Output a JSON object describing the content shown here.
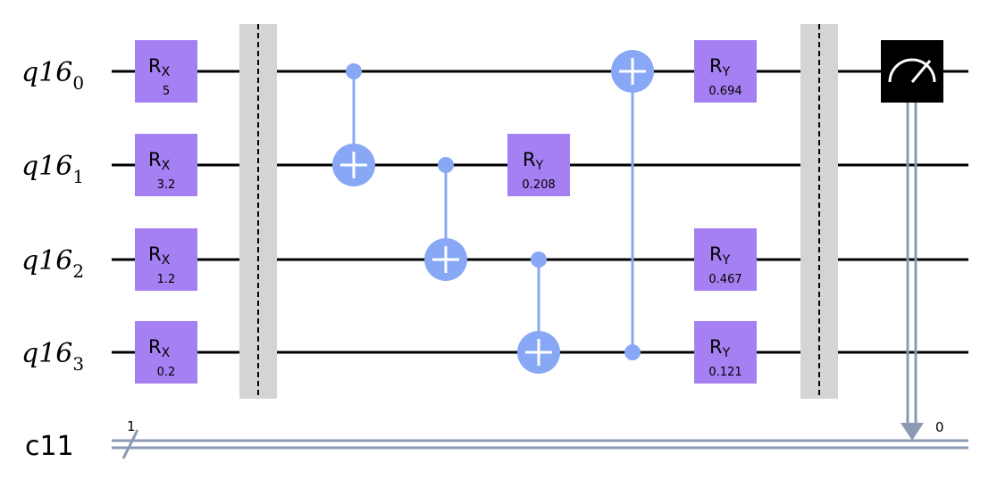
{
  "colors": {
    "rx_gate": "#a580f2",
    "cnot": "#88a8f5",
    "barrier": "#d4d4d4",
    "measure_box": "#000000",
    "classical_wire": "#8c9bb3",
    "qubit_wire": "#000000"
  },
  "registers": {
    "quantum_name": "q16",
    "qubits": [
      {
        "index": "0"
      },
      {
        "index": "1"
      },
      {
        "index": "2"
      },
      {
        "index": "3"
      }
    ],
    "classical_name": "c11",
    "classical_size": "1"
  },
  "gates": {
    "rx": [
      {
        "qubit": 0,
        "label": "R",
        "sub": "X",
        "param": "5"
      },
      {
        "qubit": 1,
        "label": "R",
        "sub": "X",
        "param": "3.2"
      },
      {
        "qubit": 2,
        "label": "R",
        "sub": "X",
        "param": "1.2"
      },
      {
        "qubit": 3,
        "label": "R",
        "sub": "X",
        "param": "0.2"
      }
    ],
    "ry": [
      {
        "qubit": 1,
        "column": 5,
        "label": "R",
        "sub": "Y",
        "param": "0.208"
      },
      {
        "qubit": 0,
        "column": 7,
        "label": "R",
        "sub": "Y",
        "param": "0.694"
      },
      {
        "qubit": 2,
        "column": 7,
        "label": "R",
        "sub": "Y",
        "param": "0.467"
      },
      {
        "qubit": 3,
        "column": 7,
        "label": "R",
        "sub": "Y",
        "param": "0.121"
      }
    ],
    "cnot": [
      {
        "column": 2,
        "control": 0,
        "target": 1
      },
      {
        "column": 3,
        "control": 1,
        "target": 2
      },
      {
        "column": 4,
        "control": 2,
        "target": 3
      },
      {
        "column": 6,
        "control": 3,
        "target": 0
      }
    ],
    "measure": {
      "qubit": 0,
      "clbit_label": "0",
      "icon": "meter-icon"
    }
  }
}
